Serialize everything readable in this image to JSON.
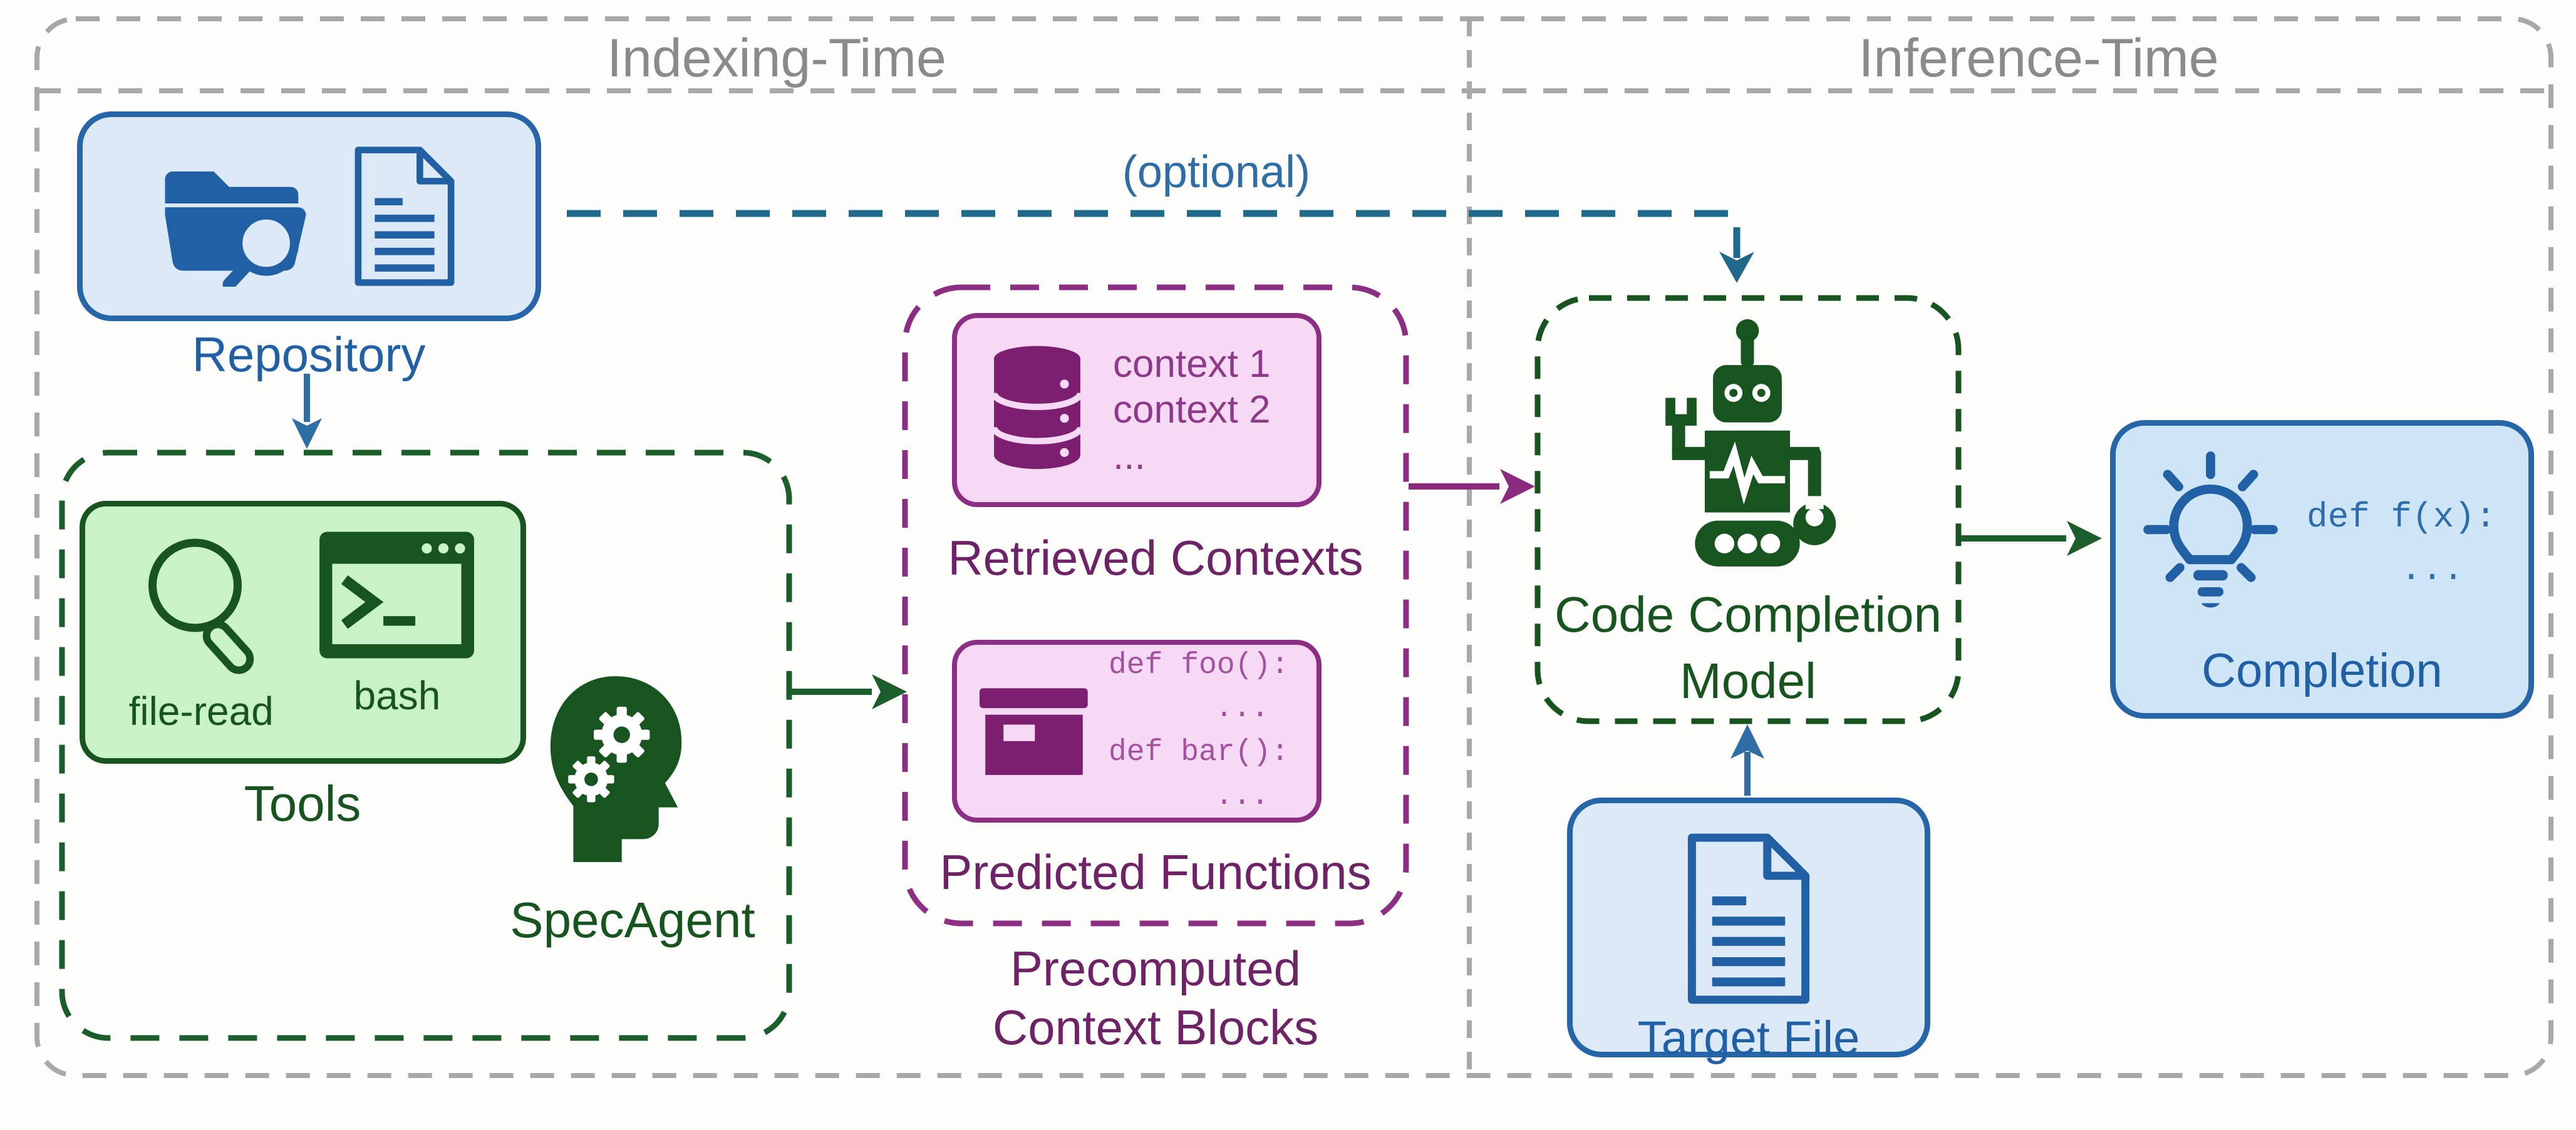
{
  "sections": {
    "indexing": {
      "title": "Indexing-Time"
    },
    "inference": {
      "title": "Inference-Time"
    }
  },
  "annotations": {
    "optional_label": "(optional)"
  },
  "nodes": {
    "repository": {
      "label": "Repository",
      "icons": [
        "folder-search-icon",
        "document-icon"
      ]
    },
    "tools": {
      "label": "Tools",
      "items": [
        "file-read",
        "bash"
      ],
      "icons": [
        "magnifier-icon",
        "terminal-icon"
      ]
    },
    "spec_agent": {
      "label": "SpecAgent",
      "icon": "head-gears-icon"
    },
    "retrieved_contexts": {
      "label": "Retrieved Contexts",
      "items": [
        "context 1",
        "context 2",
        "..."
      ],
      "icon": "database-icon"
    },
    "predicted_functions": {
      "label": "Predicted Functions",
      "code_lines": [
        "def foo():",
        "...",
        "def bar():",
        "..."
      ],
      "icon": "code-window-icon"
    },
    "precomputed_context_blocks": {
      "label_line1": "Precomputed",
      "label_line2": "Context Blocks"
    },
    "code_completion_model": {
      "label_line1": "Code Completion",
      "label_line2": "Model",
      "icon": "robot-icon"
    },
    "target_file": {
      "label": "Target File",
      "icon": "document-icon"
    },
    "completion": {
      "label": "Completion",
      "code_lines": [
        "def f(x):",
        "..."
      ],
      "icon": "lightbulb-icon"
    }
  },
  "colors": {
    "blue_border": "#2565a8",
    "blue_fill": "#dce9f7",
    "completion_fill": "#cde5f5",
    "blue_text": "#2160a4",
    "teal_dash": "#20698a",
    "green_dark": "#17541f",
    "green_fill": "#c9f2c9",
    "purple_border": "#8c2f84",
    "purple_dark": "#7c1f70",
    "purple_fill": "#f6d9f4",
    "purple_text": "#6e2366",
    "gray_dash": "#a8a8a8",
    "gray_text": "#8a8a8a"
  }
}
